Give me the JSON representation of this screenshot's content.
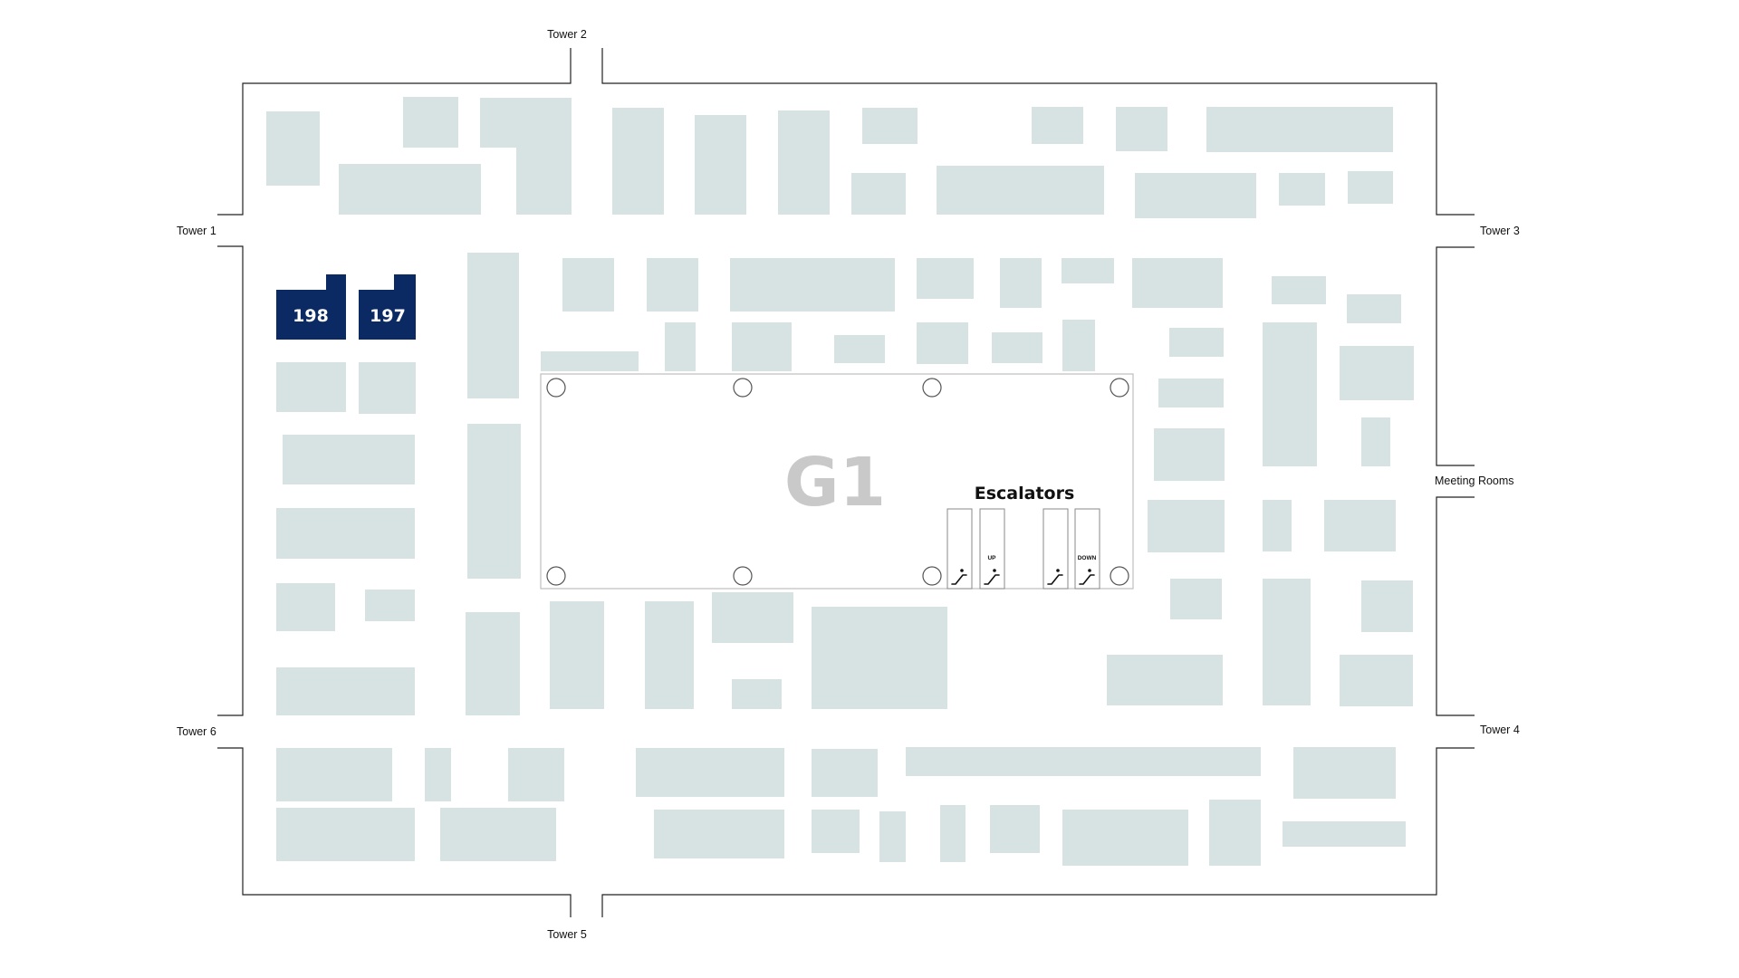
{
  "floor": {
    "zone_label": "G1",
    "escalators_label": "Escalators",
    "escalator_up_label": "UP",
    "escalator_down_label": "DOWN"
  },
  "towers": {
    "tower1": "Tower 1",
    "tower2": "Tower 2",
    "tower3": "Tower 3",
    "tower4": "Tower 4",
    "tower5": "Tower 5",
    "tower6": "Tower 6",
    "meeting_rooms": "Meeting Rooms"
  },
  "highlighted_booths": [
    "198",
    "197"
  ],
  "icons": {
    "escalator": "escalator-icon",
    "pillar": "pillar-icon"
  },
  "colors": {
    "booth": "#d7e3e3",
    "highlight": "#0b2a63",
    "wall": "#222222",
    "zone_label": "#c9c9c9"
  }
}
